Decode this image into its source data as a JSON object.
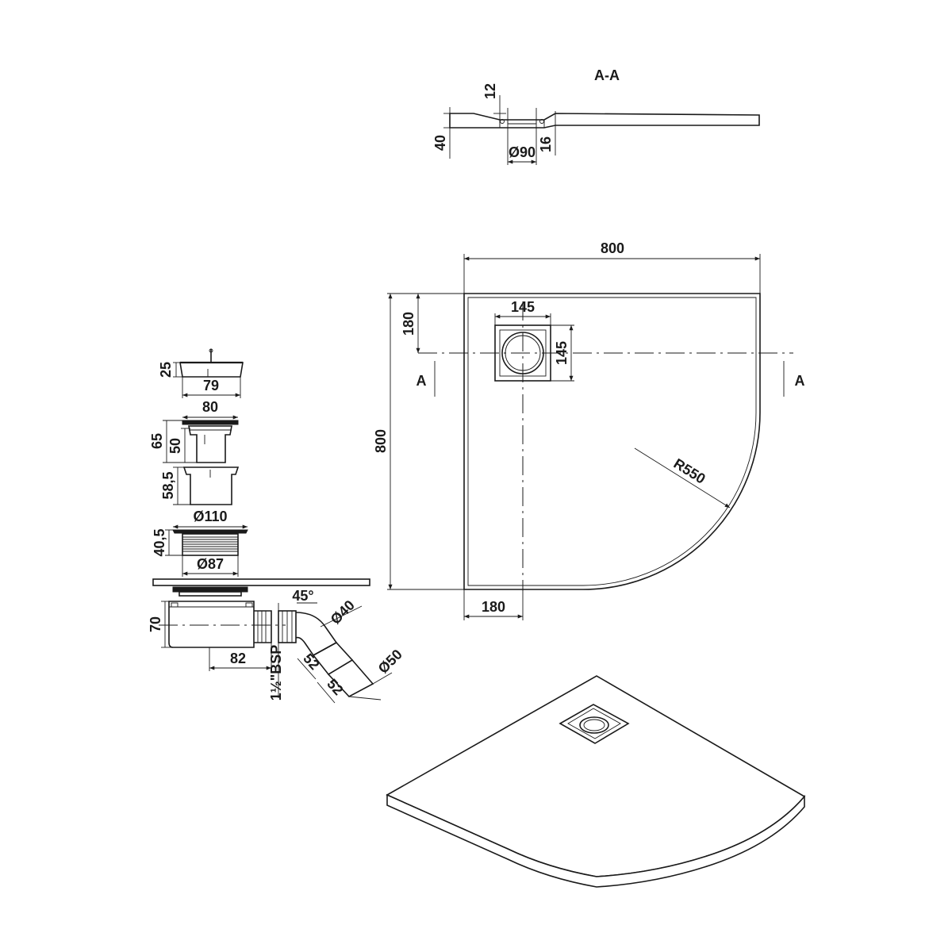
{
  "section": {
    "title": "A-A",
    "dim_12": "12",
    "dim_40": "40",
    "dim_16": "16",
    "dim_dia90": "Ø90"
  },
  "plan": {
    "width": "800",
    "height": "800",
    "drain_offset_top": "180",
    "drain_offset_left": "180",
    "drain_size_w": "145",
    "drain_size_h": "145",
    "radius": "R550",
    "section_mark_left": "A",
    "section_mark_right": "A"
  },
  "drain_parts": {
    "cap_height": "25",
    "cap_width": "79",
    "grate_width": "80",
    "outer_height": "65",
    "inner_height": "50",
    "sleeve_height": "58,5",
    "flange_dia": "Ø110",
    "body_height": "40,5",
    "body_dia": "Ø87",
    "trap_height": "70",
    "trap_length": "82",
    "thread": "1½\"BSP",
    "elbow_angle": "45°",
    "elbow_dia": "Ø40",
    "outlet_dia": "Ø50",
    "seg1_length": "52",
    "seg2_length": "52"
  }
}
